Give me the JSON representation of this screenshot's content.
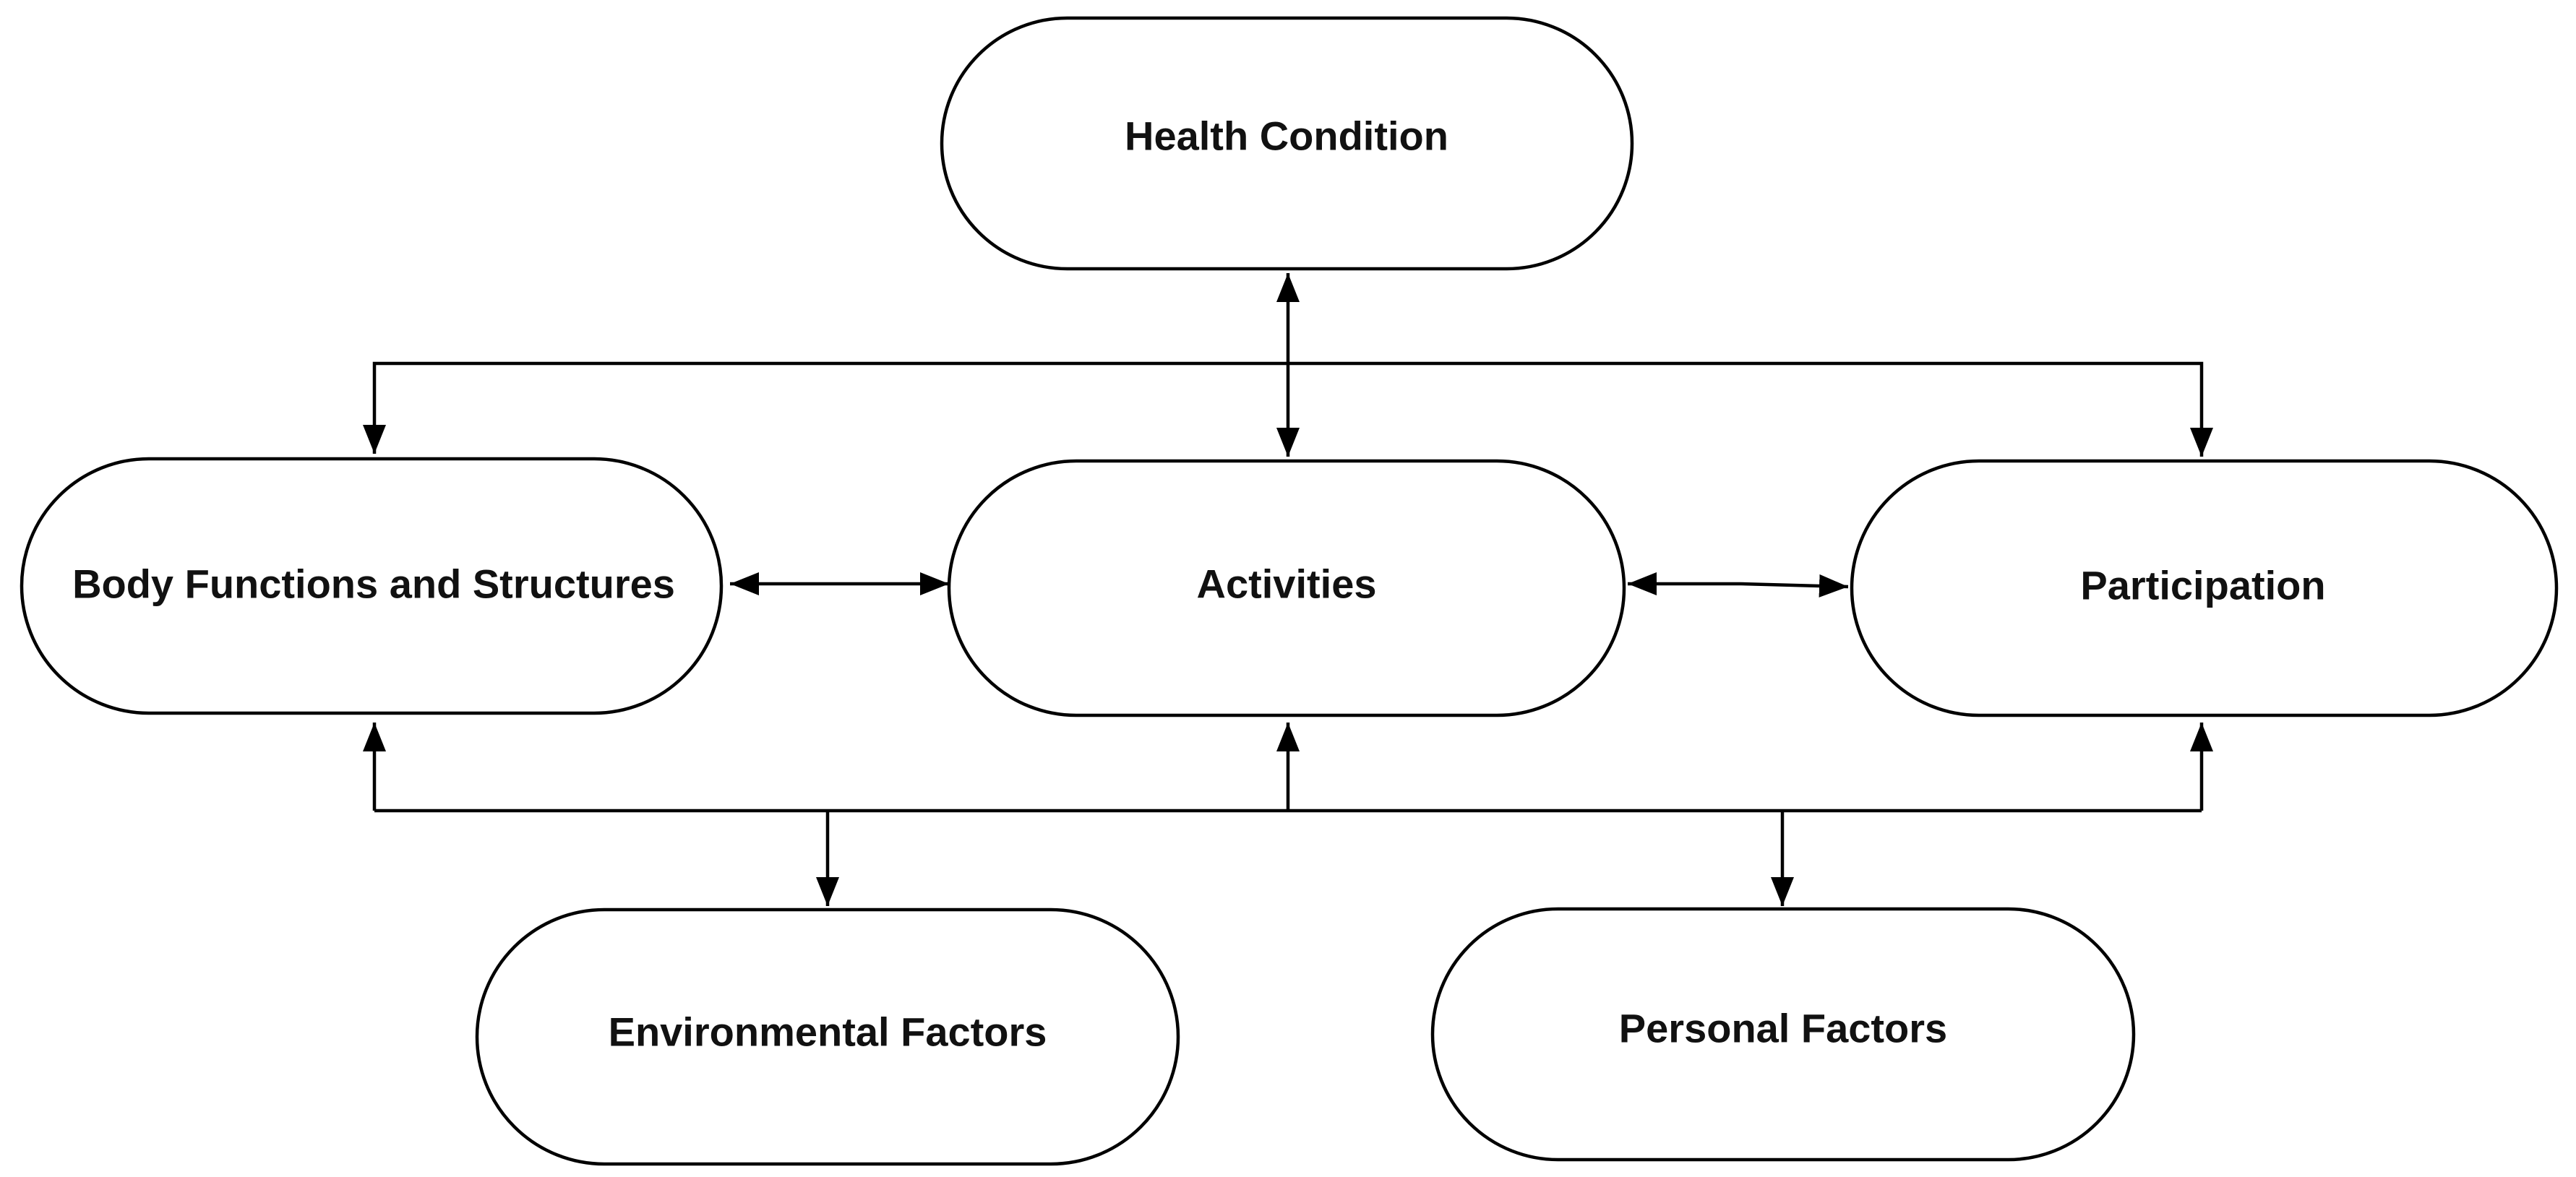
{
  "nodes": {
    "health_condition": "Health Condition",
    "body_functions": "Body Functions and Structures",
    "activities": "Activities",
    "participation": "Participation",
    "environmental_factors": "Environmental Factors",
    "personal_factors": "Personal Factors"
  }
}
